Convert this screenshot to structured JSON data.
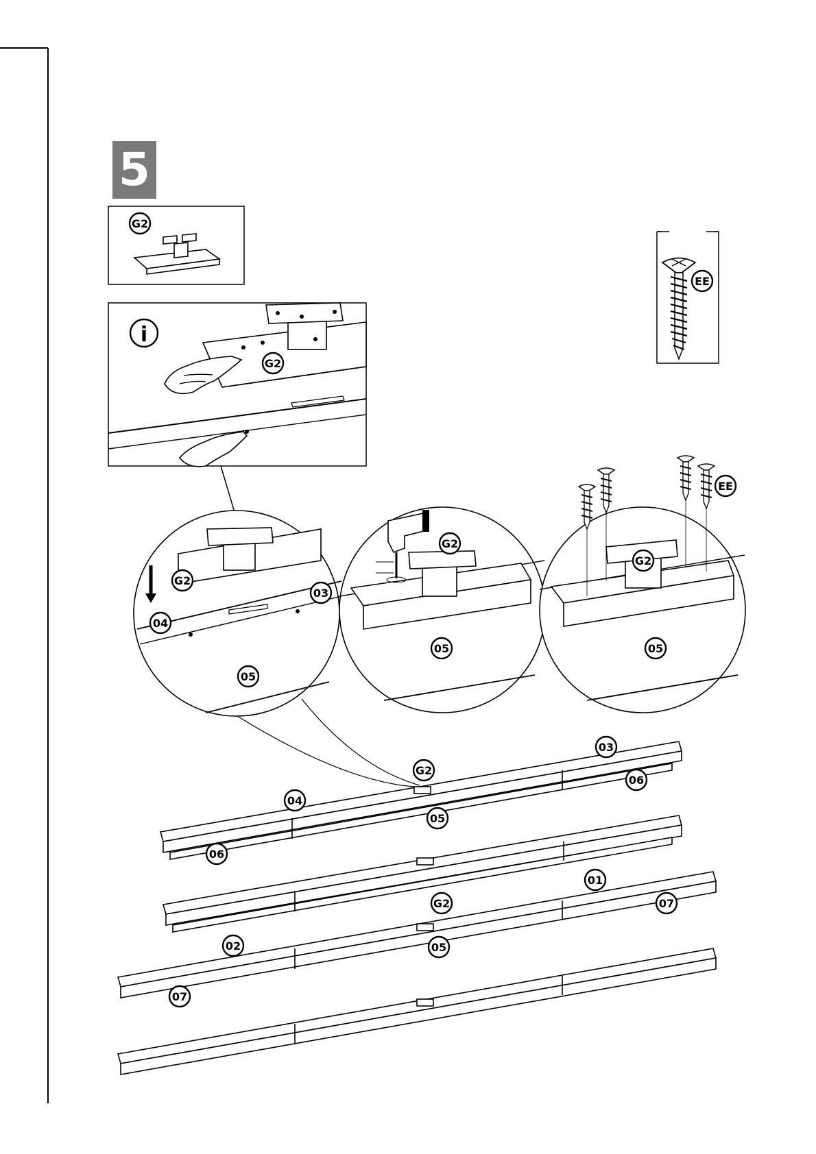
{
  "step": {
    "number": "5",
    "color": "#7a7a7a"
  },
  "hardware": {
    "screw_label": "EE",
    "icon": "screw-icon"
  },
  "info": {
    "icon": "info-icon",
    "symbol": "i"
  },
  "labels": {
    "g2": "G2",
    "ee": "EE",
    "p01": "01",
    "p02": "02",
    "p03": "03",
    "p04": "04",
    "p05": "05",
    "p06": "06",
    "p07": "07"
  },
  "icons": [
    "bracket-icon",
    "hand-pointer-icon",
    "drill-icon",
    "screw-icon",
    "arrow-down-icon"
  ]
}
